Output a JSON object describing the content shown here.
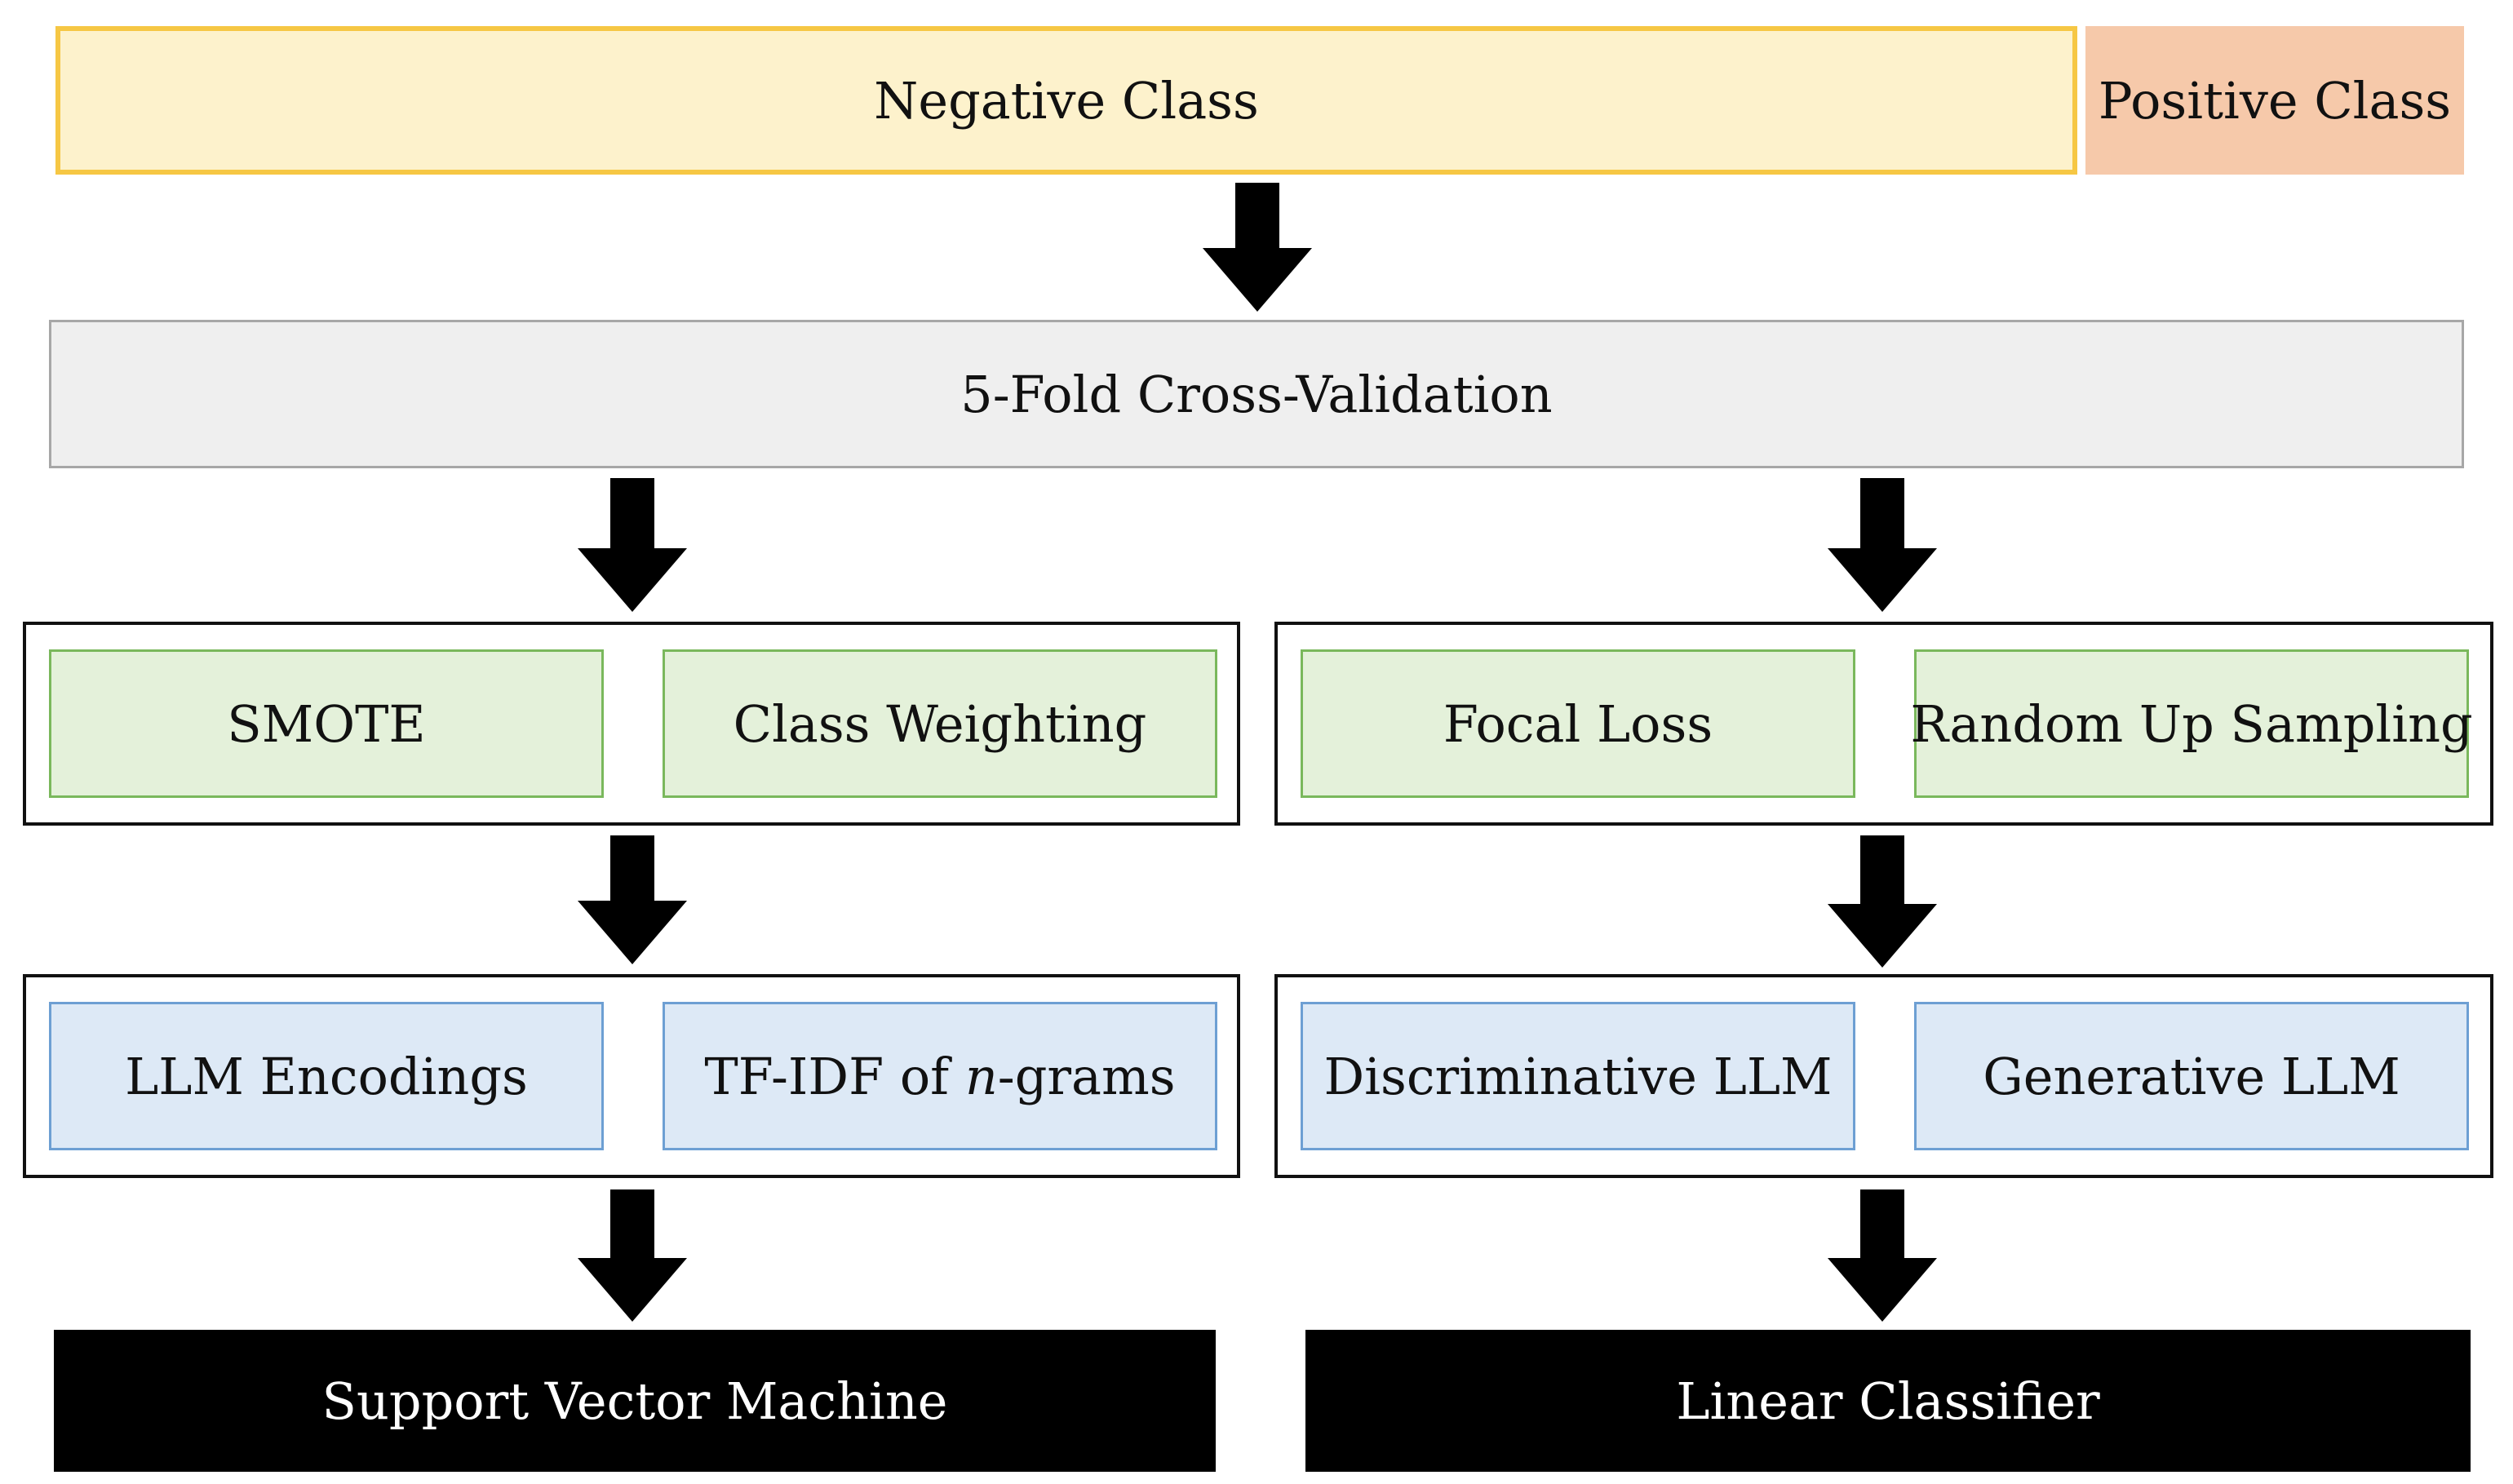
{
  "classes": {
    "negative": "Negative Class",
    "positive": "Positive Class"
  },
  "cross_validation": "5-Fold Cross-Validation",
  "left": {
    "balancing": [
      "SMOTE",
      "Class Weighting"
    ],
    "features": [
      "LLM Encodings",
      "TF-IDF of ",
      "n",
      "-grams"
    ],
    "model": "Support Vector Machine"
  },
  "right": {
    "balancing": [
      "Focal Loss",
      "Random Up Sampling"
    ],
    "features": [
      "Discriminative LLM",
      "Generative LLM"
    ],
    "model": "Linear Classifier"
  },
  "colors": {
    "negative_fill": "#fdf2cc",
    "negative_border": "#f6c744",
    "positive_fill": "#f6c9aa",
    "cv_fill": "#efefef",
    "balancing_fill": "#e4f1da",
    "balancing_border": "#7ab85c",
    "features_fill": "#dde9f6",
    "features_border": "#6d9fd3",
    "model_fill": "#000000"
  }
}
